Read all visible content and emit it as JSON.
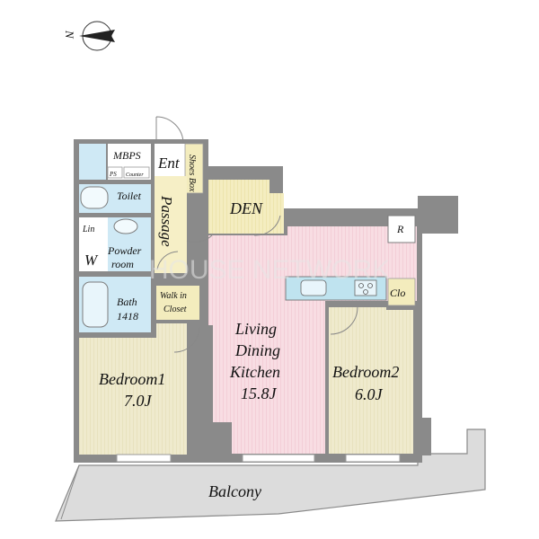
{
  "compass": {
    "north_label": "N"
  },
  "watermark": "HOUSE NETWORK",
  "rooms": {
    "mbps": "MBPS",
    "ps": "PS",
    "counter": "Counter",
    "ent": "Ent",
    "shoes_box": "Shoes Box",
    "toilet": "Toilet",
    "passage": "Passage",
    "den": "DEN",
    "lin": "Lin",
    "w": "W",
    "powder_room": [
      "Powder",
      "room"
    ],
    "bath": [
      "Bath",
      "1418"
    ],
    "walk_in_closet": [
      "Walk in",
      "Closet"
    ],
    "r": "R",
    "clo": "Clo",
    "ldk": [
      "Living",
      "Dining",
      "Kitchen",
      "15.8J"
    ],
    "bedroom1": [
      "Bedroom1",
      "7.0J"
    ],
    "bedroom2": [
      "Bedroom2",
      "6.0J"
    ],
    "balcony": "Balcony"
  },
  "colors": {
    "wall": "#7c7c7c",
    "wet_area": "#cfe9f5",
    "bedroom_floor": "#ece8c9",
    "ldk_floor": "#f7d9e0",
    "den_floor": "#f3ecbd",
    "closet_floor": "#f3ecbd",
    "kitchen_counter": "#bfe3ef",
    "balcony": "#dcdcdc"
  }
}
